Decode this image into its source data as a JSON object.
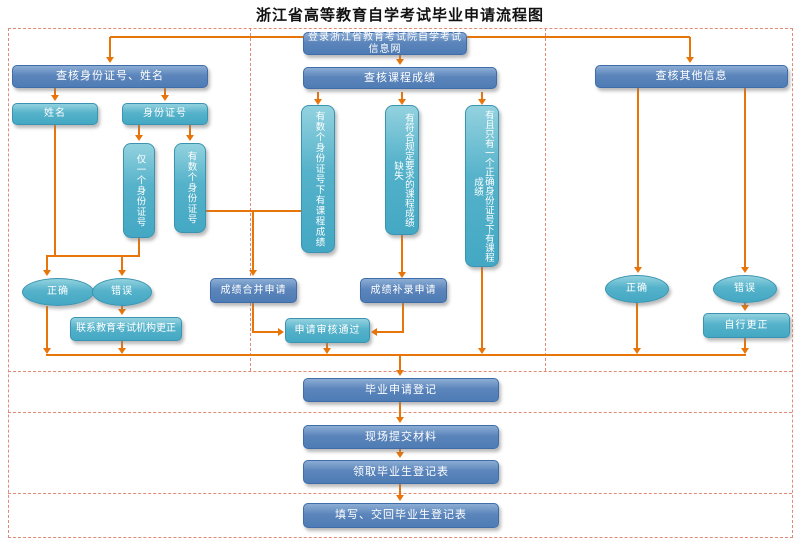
{
  "title": "浙江省高等教育自学考试毕业申请流程图",
  "colors": {
    "primary_box": "#4f7cb5",
    "secondary_box": "#44a8c4",
    "arrow": "#e8750a",
    "lane_border": "#e08a7a",
    "text": "#ffffff"
  },
  "nodes": {
    "login": "登录浙江省教育考试院自学考试信息网",
    "check_id": "查核身份证号、姓名",
    "name": "姓名",
    "id_number": "身份证号",
    "only_one_id": "仅一个身份证号",
    "multiple_id": "有数个身份证号",
    "correct_left": "正确",
    "wrong_left": "错误",
    "contact_correct": "联系教育考试机构更正",
    "check_scores": "查核课程成绩",
    "scores_under_multiple_id": "有数个身份证号下有课程成绩",
    "scores_missing": "有符合规定要求的课程成绩缺失",
    "scores_one_correct_id": "有且只有一个正确身份证号下有课程成绩",
    "merge_apply": "成绩合并申请",
    "supplement_apply": "成绩补录申请",
    "review_pass": "申请审核通过",
    "check_other": "查核其他信息",
    "correct_right": "正确",
    "wrong_right": "错误",
    "self_correct": "自行更正",
    "grad_register": "毕业申请登记",
    "submit_materials": "现场提交材料",
    "receive_form": "领取毕业生登记表",
    "fill_return": "填写、交回毕业生登记表"
  }
}
